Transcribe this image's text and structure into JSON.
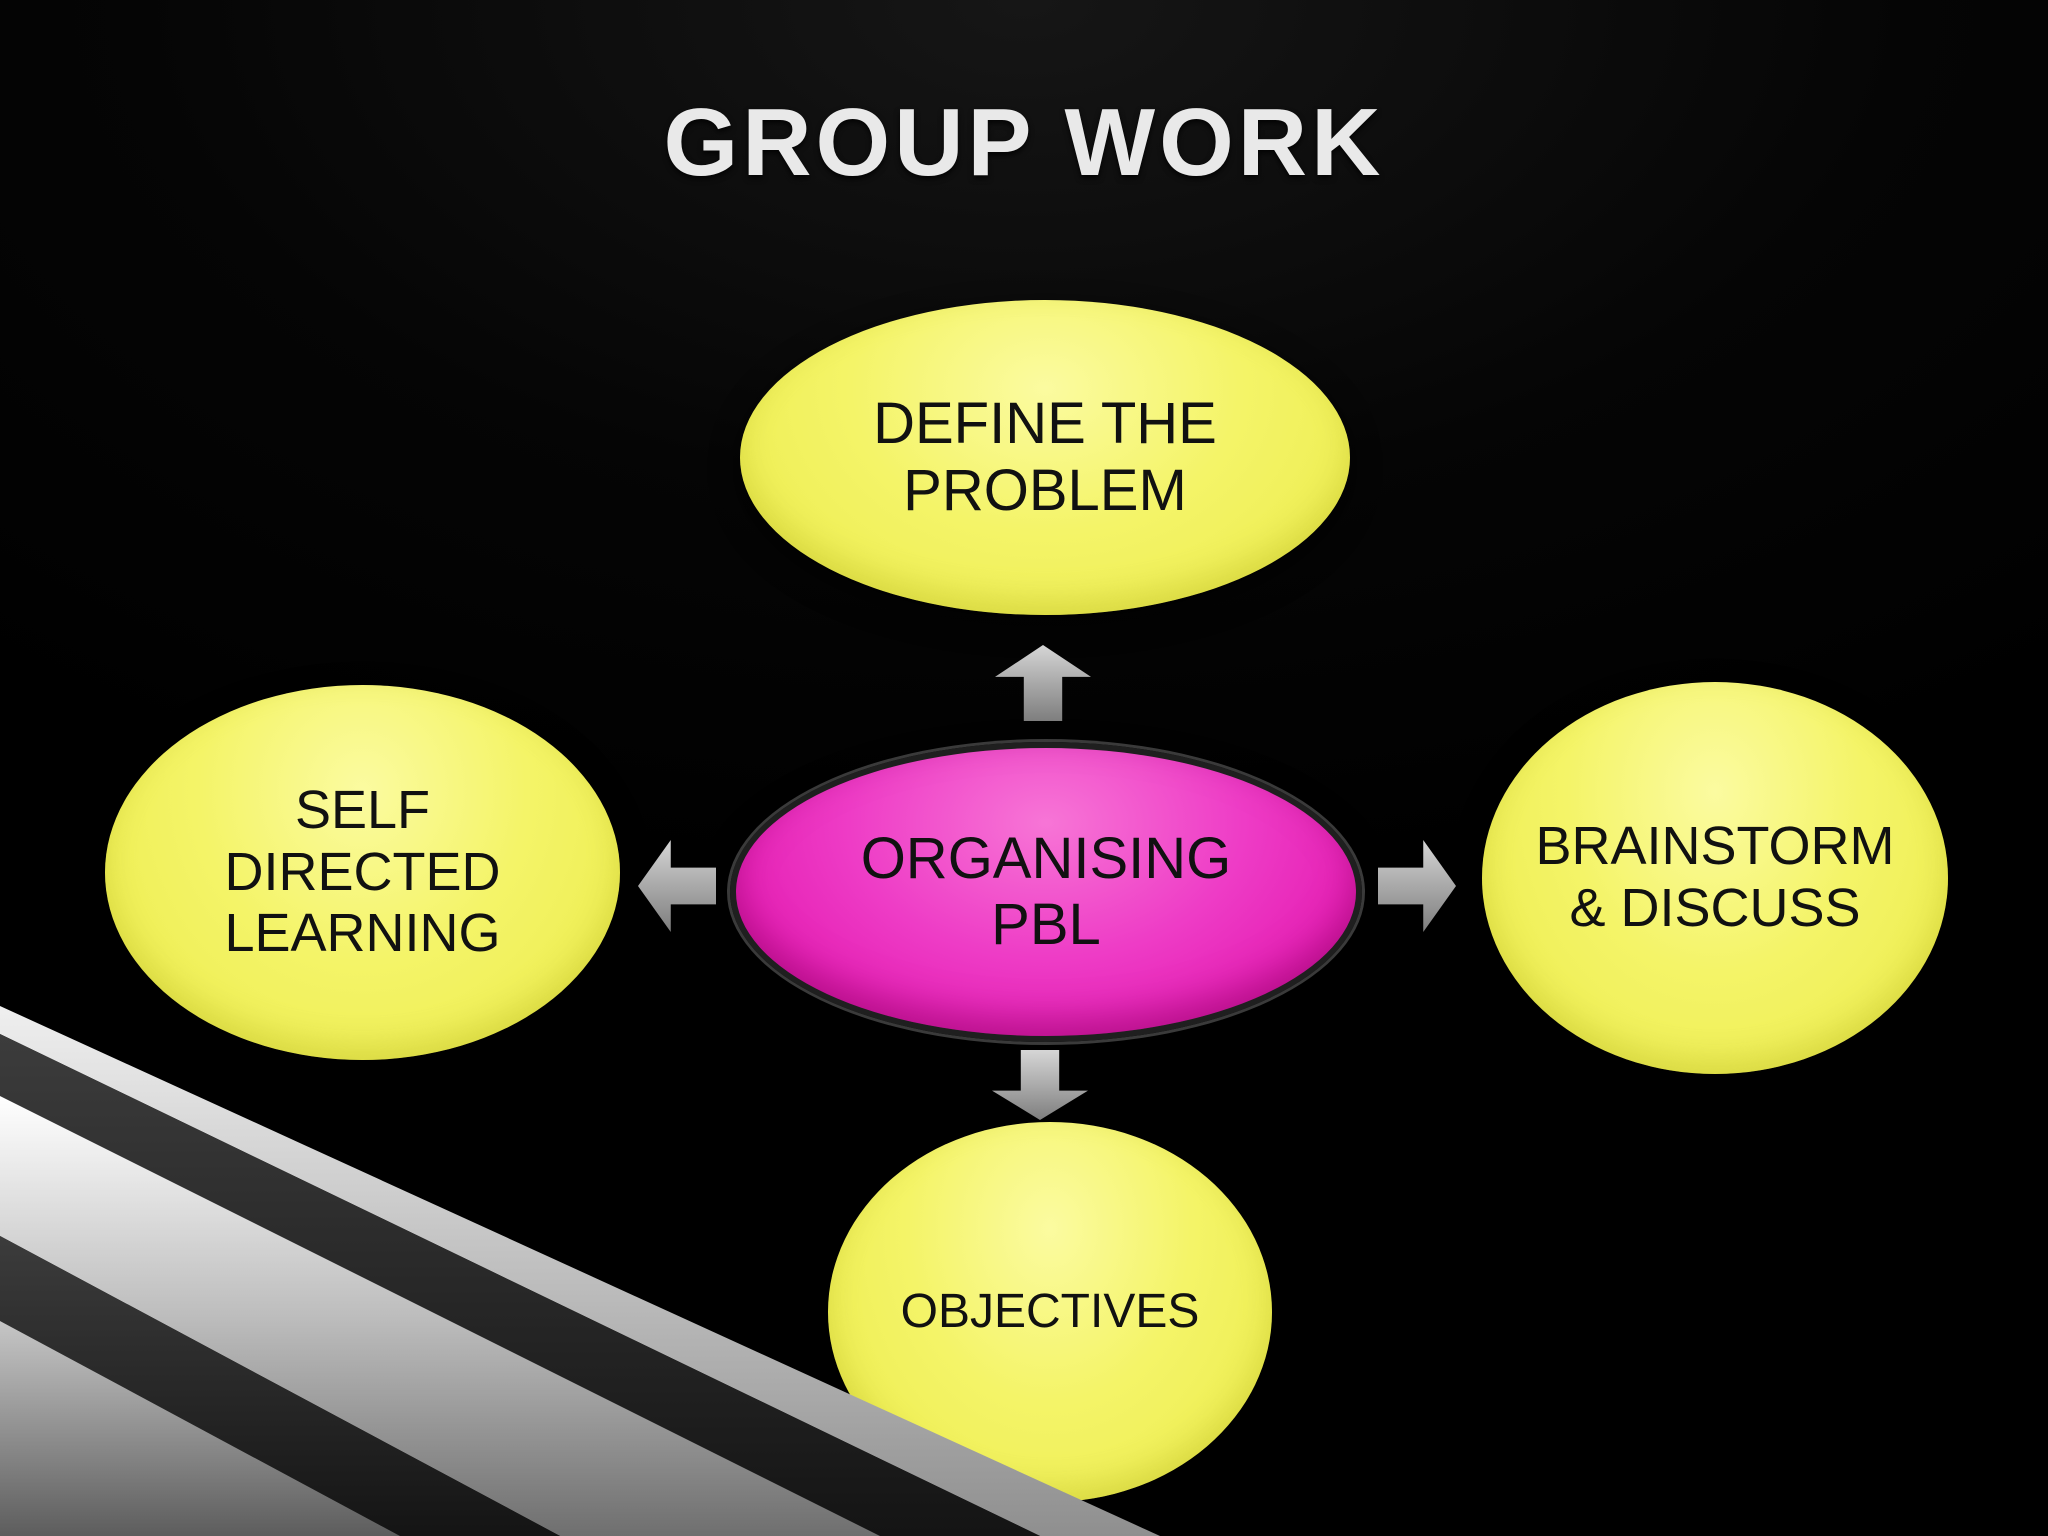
{
  "title": "GROUP WORK",
  "nodes": {
    "top": {
      "lines": [
        "DEFINE THE",
        "PROBLEM"
      ]
    },
    "left": {
      "lines": [
        "SELF",
        "DIRECTED",
        "LEARNING"
      ]
    },
    "right": {
      "lines": [
        "BRAINSTORM",
        "& DISCUSS"
      ]
    },
    "bottom": {
      "lines": [
        "OBJECTIVES"
      ]
    },
    "center": {
      "lines": [
        "ORGANISING",
        "PBL"
      ]
    }
  },
  "arrows": [
    "up",
    "right",
    "down",
    "left"
  ],
  "colors": {
    "background": "#000000",
    "title_text": "#e9e9e9",
    "node_yellow": "#f2f25c",
    "node_center_magenta": "#e821ba",
    "node_text": "#111111",
    "arrow_gray": "#a9a9a9",
    "corner_stripe_silver": "#d9d9d9",
    "corner_stripe_dark": "#2e2e2e"
  }
}
